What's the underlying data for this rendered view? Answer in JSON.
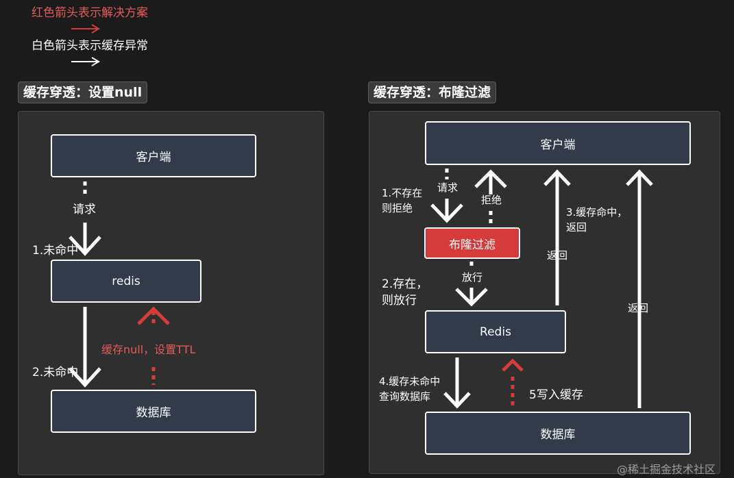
{
  "legend": {
    "red_text": "红色箭头表示解决方案",
    "white_text": "白色箭头表示缓存异常"
  },
  "left": {
    "title": "缓存穿透：设置null",
    "nodes": {
      "client": "客户端",
      "redis": "redis",
      "db": "数据库"
    },
    "labels": {
      "request": "请求",
      "miss1": "1.未命中",
      "miss2": "2.未命中",
      "cache_null": "缓存null，设置TTL"
    }
  },
  "right": {
    "title": "缓存穿透：布隆过滤",
    "nodes": {
      "client": "客户端",
      "bloom": "布隆过滤",
      "redis": "Redis",
      "db": "数据库"
    },
    "labels": {
      "not_exist_1": "1.不存在",
      "not_exist_2": "则拒绝",
      "request": "请求",
      "reject": "拒绝",
      "exist_1": "2.存在，",
      "exist_2": "则放行",
      "pass": "放行",
      "hit_1": "3.缓存命中，",
      "hit_2": "返回",
      "return1": "返回",
      "return2": "返回",
      "miss_1": "4.缓存未命中",
      "miss_2": "查询数据库",
      "write": "5写入缓存"
    }
  },
  "watermark": "@稀土掘金技术社区",
  "colors": {
    "red": "#d63b3b",
    "white": "#ffffff",
    "node_bg": "#333b4b",
    "panel_bg": "#2f2f2f"
  }
}
